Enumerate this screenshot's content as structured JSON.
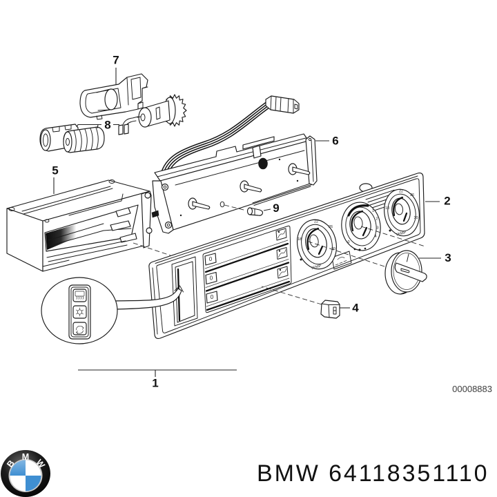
{
  "diagram": {
    "callouts": [
      {
        "number": "1"
      },
      {
        "number": "2"
      },
      {
        "number": "3"
      },
      {
        "number": "4"
      },
      {
        "number": "5"
      },
      {
        "number": "6"
      },
      {
        "number": "7"
      },
      {
        "number": "8"
      },
      {
        "number": "9"
      }
    ],
    "reference_number": "00008883",
    "faceplate": {
      "left_dial": {
        "marks": [
          "18",
          "22",
          "26",
          "30"
        ],
        "label": "TEMP"
      },
      "fan_dial": {
        "marks": [
          "0",
          "1",
          "2",
          "3",
          "4"
        ]
      },
      "right_dial": {
        "marks": [
          "18",
          "22",
          "26",
          "30"
        ],
        "label": "TEMP"
      },
      "slider_rows": [
        {
          "knob_mark": "0",
          "icon": "airflow-icon"
        },
        {
          "knob_mark": "0",
          "icon": "airflow-icon"
        },
        {
          "knob_mark": "0",
          "icon": "airflow-icon"
        }
      ]
    },
    "inset_buttons": [
      {
        "icon": "rear-window-defrost-icon"
      },
      {
        "icon": "snowflake-icon"
      },
      {
        "icon": "recirculation-icon"
      }
    ]
  },
  "logo": {
    "letters": [
      "B",
      "M",
      "W"
    ],
    "colors": {
      "blue": "#3f8fd2",
      "white": "#ffffff",
      "ring": "#050505"
    }
  },
  "caption": {
    "brand": "BMW",
    "part_number": "64118351110"
  }
}
